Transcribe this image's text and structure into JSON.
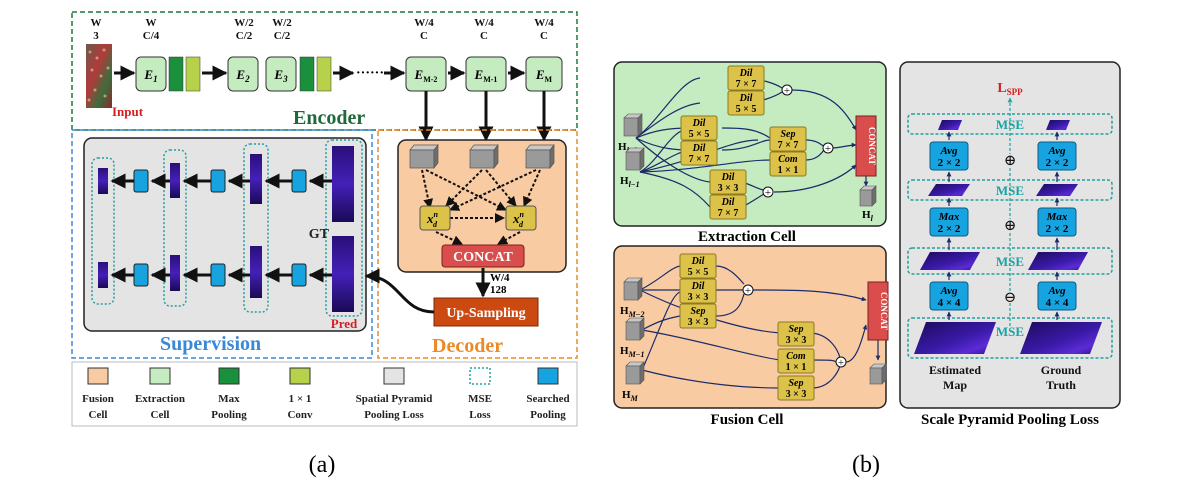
{
  "encoder": {
    "title": "Encoder",
    "dims": [
      {
        "w": "W",
        "c": "3"
      },
      {
        "w": "W",
        "c": "C/4"
      },
      {
        "w": "W/2",
        "c": "C/2"
      },
      {
        "w": "W/2",
        "c": "C/2"
      },
      {
        "w": "W/4",
        "c": "C"
      },
      {
        "w": "W/4",
        "c": "C"
      },
      {
        "w": "W/4",
        "c": "C"
      }
    ],
    "input_label": "Input",
    "cells": [
      "E1",
      "E2",
      "E3",
      "EM-2",
      "EM-1",
      "EM"
    ],
    "ellipsis": "······"
  },
  "supervision": {
    "title": "Supervision",
    "gt_label": "GT",
    "pred_label": "Pred"
  },
  "decoder": {
    "title": "Decoder",
    "xd_label": "x",
    "xd_sup": "n",
    "xd_sub": "d",
    "concat": "CONCAT",
    "dims_w": "W/4",
    "dims_c": "128",
    "upsampling": "Up-Sampling"
  },
  "legend": [
    {
      "label_1": "Fusion",
      "label_2": "Cell",
      "color": "#f9cba2"
    },
    {
      "label_1": "Extraction",
      "label_2": "Cell",
      "color": "#c5ebc0"
    },
    {
      "label_1": "Max",
      "label_2": "Pooling",
      "color": "#1a8f3c"
    },
    {
      "label_1": "1 × 1",
      "label_2": "Conv",
      "color": "#b7d24a"
    },
    {
      "label_1": "Spatial Pyramid",
      "label_2": "Pooling Loss",
      "color": "#e4e4e4"
    },
    {
      "label_1": "MSE",
      "label_2": "Loss",
      "color": "#ffffff"
    },
    {
      "label_1": "Searched",
      "label_2": "Pooling",
      "color": "#16a3e0"
    }
  ],
  "caption_a": "(a)",
  "caption_b": "(b)",
  "extraction_cell": {
    "title": "Extraction Cell",
    "inputs": [
      "H",
      "H"
    ],
    "input_subs": [
      "l−2",
      "l−1"
    ],
    "output": "H",
    "output_sub": "l",
    "ops": [
      {
        "l1": "Dil",
        "l2": "7 × 7"
      },
      {
        "l1": "Dil",
        "l2": "5 × 5"
      },
      {
        "l1": "Dil",
        "l2": "5 × 5"
      },
      {
        "l1": "Dil",
        "l2": "7 × 7"
      },
      {
        "l1": "Sep",
        "l2": "7 × 7"
      },
      {
        "l1": "Com",
        "l2": "1 × 1"
      },
      {
        "l1": "Dil",
        "l2": "3 × 3"
      },
      {
        "l1": "Dil",
        "l2": "7 × 7"
      }
    ],
    "concat": "CONCAT"
  },
  "fusion_cell": {
    "title": "Fusion Cell",
    "inputs": [
      "H",
      "H",
      "H"
    ],
    "input_subs": [
      "M−2",
      "M−1",
      "M"
    ],
    "ops": [
      {
        "l1": "Dil",
        "l2": "5 × 5"
      },
      {
        "l1": "Dil",
        "l2": "3 × 3"
      },
      {
        "l1": "Sep",
        "l2": "3 × 3"
      },
      {
        "l1": "Sep",
        "l2": "3 × 3"
      },
      {
        "l1": "Com",
        "l2": "1 × 1"
      },
      {
        "l1": "Sep",
        "l2": "3 × 3"
      }
    ],
    "concat": "CONCAT"
  },
  "spp_loss": {
    "title": "Scale Pyramid Pooling Loss",
    "top_label": "L",
    "top_sub": "SPP",
    "mse": "MSE",
    "ops": [
      {
        "l1": "Avg",
        "l2": "2 × 2"
      },
      {
        "l1": "Max",
        "l2": "2 × 2"
      },
      {
        "l1": "Avg",
        "l2": "4 × 4"
      }
    ],
    "symbols": [
      "⊕",
      "⊕",
      "⊖"
    ],
    "left_label_1": "Estimated",
    "left_label_2": "Map",
    "right_label_1": "Ground",
    "right_label_2": "Truth"
  }
}
